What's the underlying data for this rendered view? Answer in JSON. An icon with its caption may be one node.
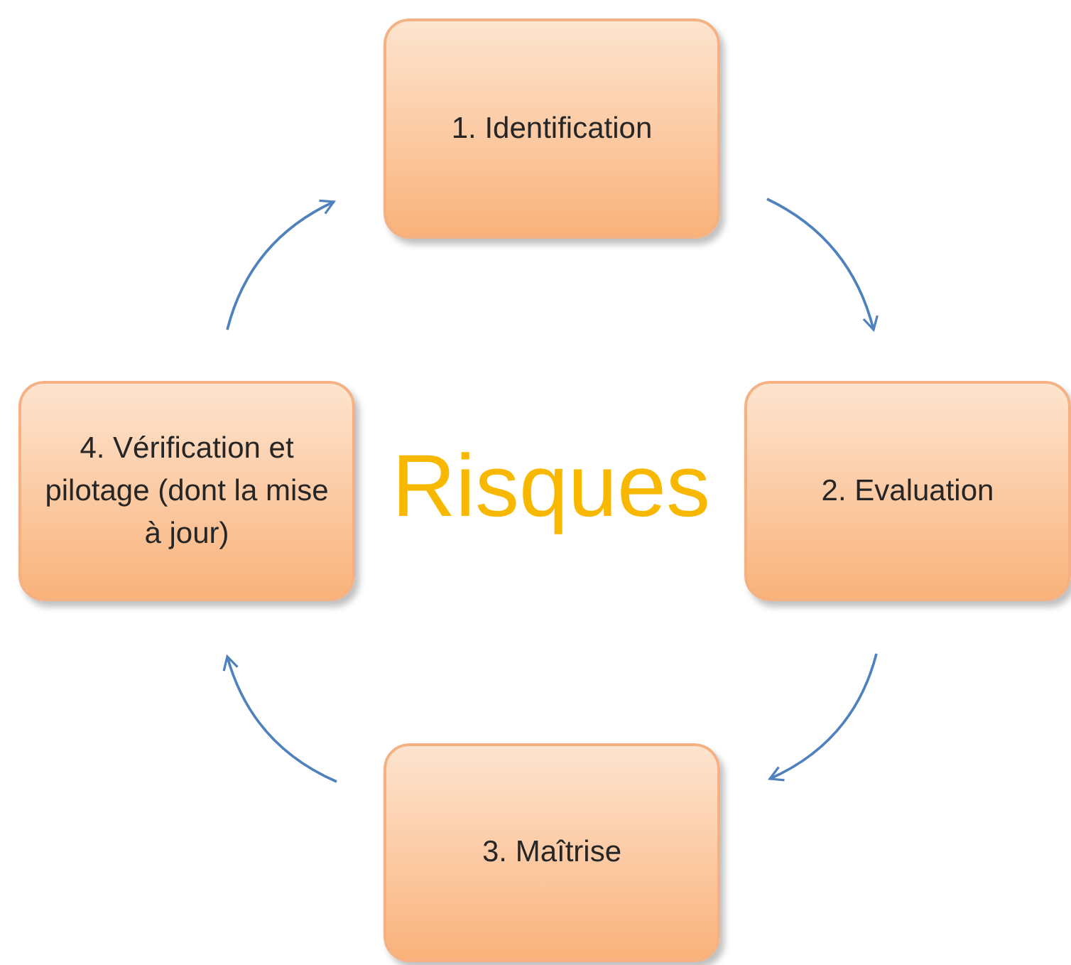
{
  "diagram": {
    "nodes": [
      {
        "text": [
          "1. Identification"
        ]
      },
      {
        "text": [
          "2. Evaluation"
        ]
      },
      {
        "text": [
          "3. Maîtrise"
        ]
      },
      {
        "text": [
          "4. Vérification et pilotage (dont la mise à jour)"
        ]
      }
    ],
    "edges": [
      {
        "from": 0,
        "to": 1,
        "arrow": "to"
      },
      {
        "from": 1,
        "to": 2,
        "arrow": "to"
      },
      {
        "from": 2,
        "to": 3,
        "arrow": "to"
      },
      {
        "from": 3,
        "to": 0,
        "arrow": "to"
      }
    ],
    "labels": [
      "Risques"
    ]
  }
}
